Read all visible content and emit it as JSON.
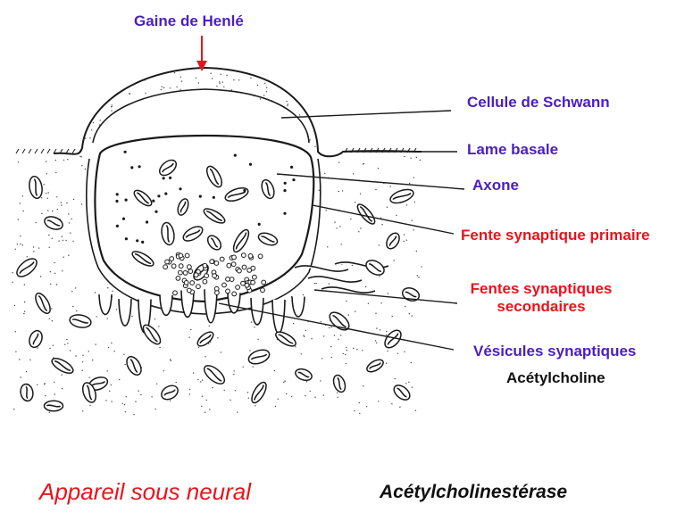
{
  "labels": {
    "henle": "Gaine de Henlé",
    "schwann": "Cellule de Schwann",
    "lame": "Lame basale",
    "axone": "Axone",
    "fente_primaire": "Fente synaptique primaire",
    "fentes_secondaires_1": "Fentes synaptiques",
    "fentes_secondaires_2": "secondaires",
    "vesicules": "Vésicules synaptiques",
    "acetylcholine": "Acétylcholine"
  },
  "footer": {
    "left": "Appareil sous neural",
    "right": "Acétylcholinestérase"
  },
  "colors": {
    "purple": "#4b1fbf",
    "red": "#e8141b",
    "ink": "#1a1a1a"
  }
}
